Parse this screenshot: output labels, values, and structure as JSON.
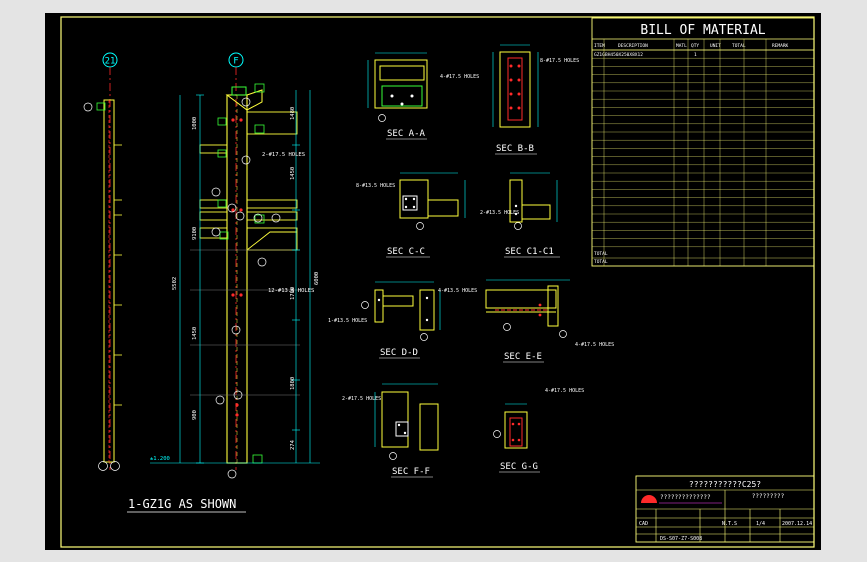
{
  "colors": {
    "bg": "#000000",
    "frame": "#ffff7a",
    "steel": "#ffff3c",
    "dim": "#00ffff",
    "green": "#39ff39",
    "red": "#ff2a2a",
    "white": "#ffffff",
    "magenta": "#ff40ff"
  },
  "elevation": {
    "grid_a": "21",
    "grid_b": "F",
    "title": "1-GZ1G AS SHOWN",
    "dim_total": "5502",
    "dim_right": "6000"
  },
  "sections": {
    "aa": {
      "label": "SEC A-A",
      "note": "4-#17.5 HOLES"
    },
    "bb": {
      "label": "SEC B-B",
      "note": "8-#17.5 HOLES"
    },
    "cc": {
      "label": "SEC C-C",
      "note": "8-#13.5 HOLES"
    },
    "c1": {
      "label": "SEC C1-C1",
      "note": "2-#13.5 HOLES"
    },
    "dd": {
      "label": "SEC D-D",
      "note": "4-#13.5 HOLES",
      "note2": "1-#13.5 HOLES"
    },
    "ee": {
      "label": "SEC E-E",
      "note": "4-#17.5 HOLES"
    },
    "ff": {
      "label": "SEC F-F",
      "note": "2-#17.5 HOLES"
    },
    "gg": {
      "label": "SEC G-G",
      "note": "4-#17.5 HOLES"
    }
  },
  "bom": {
    "title": "BILL OF MATERIAL",
    "headers": [
      "ITEM",
      "DESCRIPTION",
      "MATL",
      "QTY",
      "UNIT",
      "TOTAL",
      "REMARK"
    ],
    "first_row": [
      "GZ1G",
      "BH450X250X8X12",
      "",
      "1",
      "",
      "",
      ""
    ],
    "row_count": 24,
    "totals_labels": [
      "TOTAL",
      "TOTAL"
    ]
  },
  "title_block": {
    "project": "???????????C25?",
    "company": "??????????????",
    "drawing_name": "?????????",
    "drawing_no": "DS-S07-Z7-S008",
    "scale": "N.T.S",
    "cad": "CAD",
    "date": "2007.12.14",
    "sheet": "1/4"
  }
}
